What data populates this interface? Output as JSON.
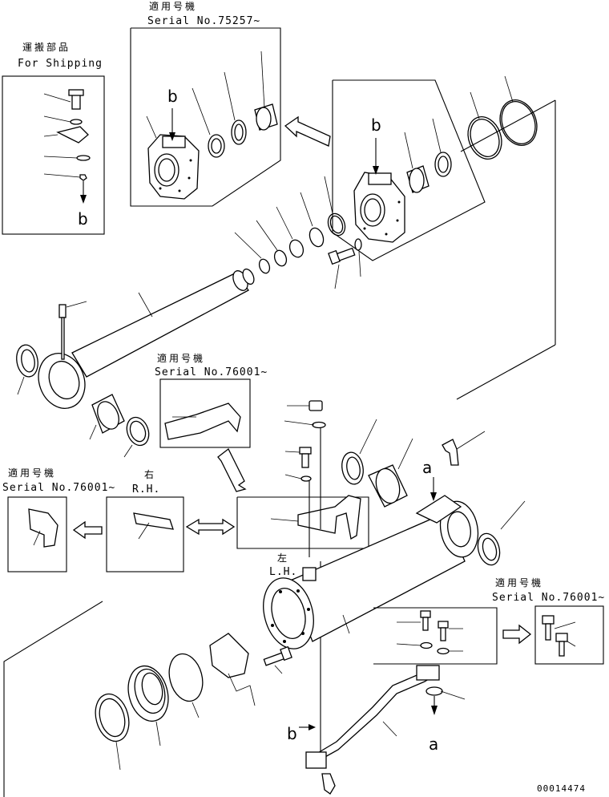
{
  "labels": {
    "serial_75257_jp": "適用号機",
    "serial_75257": "Serial No.75257~",
    "shipping_jp": "運搬部品",
    "shipping_en": "For Shipping",
    "serial_76001_a_jp": "適用号機",
    "serial_76001_a": "Serial No.76001~",
    "serial_76001_b_jp": "適用号機",
    "serial_76001_b": "Serial No.76001~",
    "right_jp": "右",
    "right_en": "R.H.",
    "left_jp": "左",
    "left_en": "L.H.",
    "serial_76001_c_jp": "適用号機",
    "serial_76001_c": "Serial No.76001~",
    "drawing_number": "00014474"
  },
  "callouts": {
    "b_top_detail": "b",
    "b_shipping": "b",
    "b_upper_head": "b",
    "a_rod_end": "a",
    "a_bottom": "a",
    "b_bottom": "b"
  }
}
